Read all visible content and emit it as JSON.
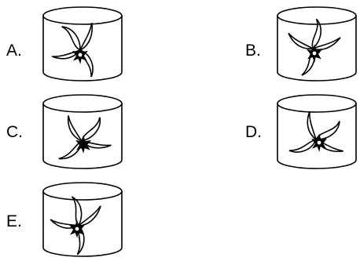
{
  "options": [
    {
      "label": "A.",
      "icon": "pinwheel-flower-cylinder"
    },
    {
      "label": "B.",
      "icon": "pinwheel-flower-cylinder"
    },
    {
      "label": "C.",
      "icon": "pinwheel-flower-cylinder"
    },
    {
      "label": "D.",
      "icon": "pinwheel-flower-cylinder"
    },
    {
      "label": "E.",
      "icon": "pinwheel-flower-cylinder"
    }
  ],
  "colors": {
    "stroke": "#000000",
    "fill": "#ffffff"
  }
}
